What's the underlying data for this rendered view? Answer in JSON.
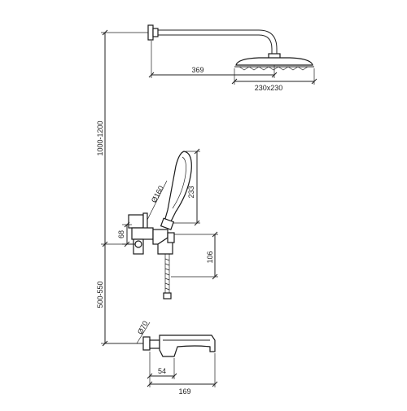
{
  "colors": {
    "line": "#222222",
    "background": "#ffffff"
  },
  "dimensions": {
    "total_height": "1000-1200",
    "mixer_height": "500-550",
    "arm_length": "369",
    "head_size": "230x230",
    "hand_shower_length": "233",
    "hose_diameter": "Ø160",
    "mixer_offset": "68",
    "holder_height": "106",
    "spout_diameter": "Ø70",
    "spout_depth": "54",
    "spout_length": "169"
  }
}
